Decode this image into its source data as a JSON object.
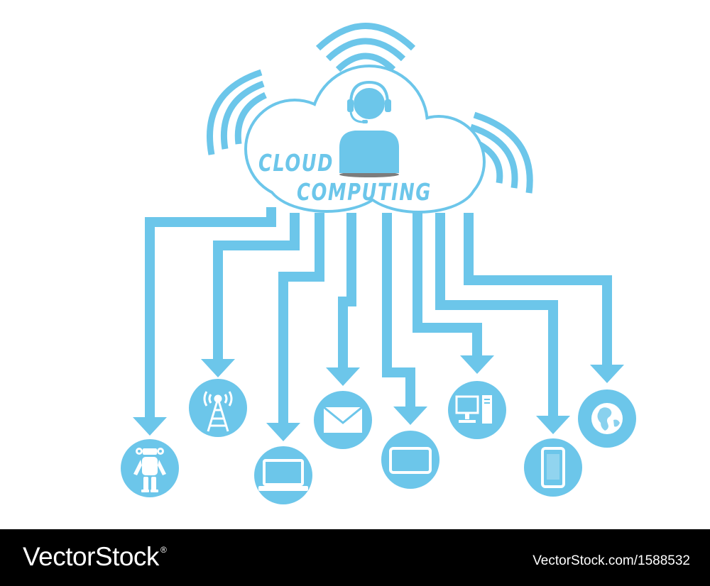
{
  "diagram": {
    "title_line1": "CLOUD",
    "title_line2": "COMPUTING",
    "colors": {
      "accent": "#6cc6ea",
      "background": "#ffffff",
      "icon": "#ffffff"
    },
    "center_icon": "support-agent-headset-icon",
    "devices": [
      {
        "id": "robot",
        "icon": "robot-icon"
      },
      {
        "id": "antenna",
        "icon": "antenna-tower-icon"
      },
      {
        "id": "laptop",
        "icon": "laptop-icon"
      },
      {
        "id": "email",
        "icon": "envelope-icon"
      },
      {
        "id": "tablet",
        "icon": "tablet-icon"
      },
      {
        "id": "desktop",
        "icon": "desktop-computer-icon"
      },
      {
        "id": "phone",
        "icon": "smartphone-icon"
      },
      {
        "id": "globe",
        "icon": "globe-icon"
      }
    ]
  },
  "footer": {
    "brand": "VectorStock",
    "brand_mark": "®",
    "image_id": "VectorStock.com/1588532"
  }
}
